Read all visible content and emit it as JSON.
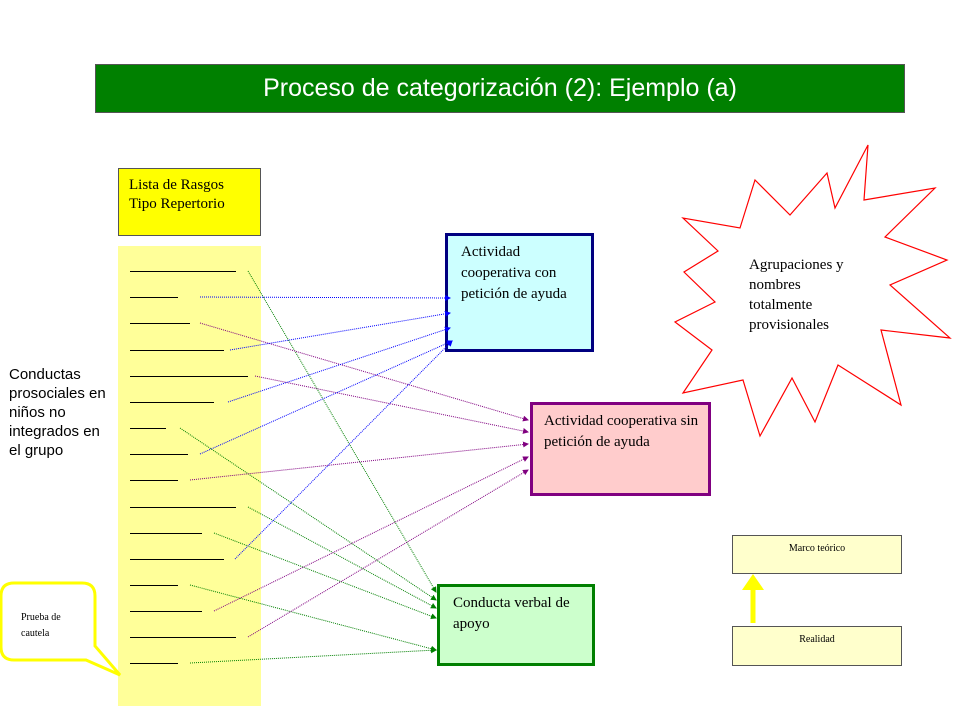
{
  "title": "Proceso de categorización (2): Ejemplo (a)",
  "list_header": {
    "line1": "Lista de Rasgos",
    "line2": "Tipo Repertorio"
  },
  "left_label": "Conductas prosociales en niños no integrados en el grupo",
  "categories": {
    "with_help": "Actividad cooperativa con petición de ayuda",
    "without_help": "Actividad cooperativa sin petición de ayuda",
    "verbal": "Conducta verbal de apoyo"
  },
  "starburst_text": "Agrupaciones y nombres totalmente provisionales",
  "callout_text": "Prueba de cautela",
  "framework": {
    "top": "Marco teórico",
    "bottom": "Realidad"
  },
  "colors": {
    "title_bg": "#008000",
    "list_header_bg": "#ffff00",
    "list_bg": "#ffff99",
    "with_help_fill": "#ccffff",
    "with_help_border": "#000080",
    "without_help_fill": "#ffcccc",
    "without_help_border": "#800080",
    "verbal_fill": "#ccffcc",
    "verbal_border": "#008000",
    "starburst_border": "#ff0000",
    "arrow_up": "#ffff00",
    "link_blue": "#0000ff",
    "link_purple": "#800080",
    "link_green": "#008000"
  },
  "trait_count": 16,
  "links": [
    {
      "from": 1,
      "to": "verbal"
    },
    {
      "from": 2,
      "to": "with_help"
    },
    {
      "from": 3,
      "to": "without_help"
    },
    {
      "from": 4,
      "to": "with_help"
    },
    {
      "from": 5,
      "to": "without_help"
    },
    {
      "from": 6,
      "to": "with_help"
    },
    {
      "from": 7,
      "to": "verbal"
    },
    {
      "from": 8,
      "to": "with_help"
    },
    {
      "from": 9,
      "to": "without_help"
    },
    {
      "from": 10,
      "to": "verbal"
    },
    {
      "from": 11,
      "to": "verbal"
    },
    {
      "from": 12,
      "to": "with_help"
    },
    {
      "from": 13,
      "to": "verbal"
    },
    {
      "from": 14,
      "to": "without_help"
    },
    {
      "from": 15,
      "to": "without_help"
    },
    {
      "from": 16,
      "to": "verbal"
    }
  ]
}
